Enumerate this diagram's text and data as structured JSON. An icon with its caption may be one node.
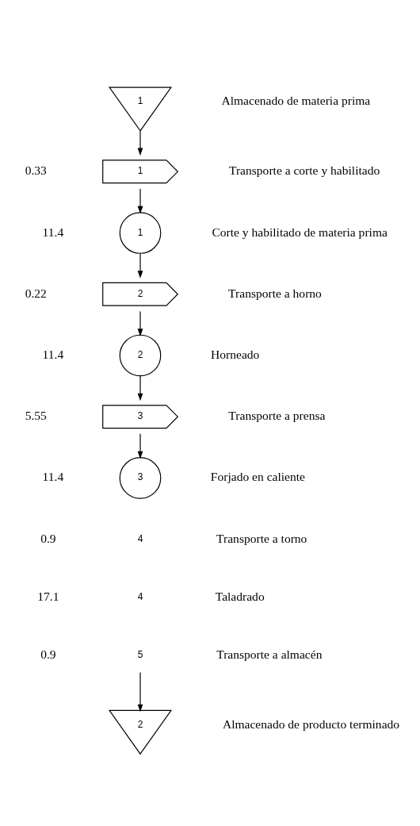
{
  "diagram": {
    "nodes": [
      {
        "text": [
          "1"
        ]
      },
      {
        "text": [
          "1"
        ]
      },
      {
        "text": [
          "1"
        ]
      },
      {
        "text": [
          "2"
        ]
      },
      {
        "text": [
          "2"
        ]
      },
      {
        "text": [
          "3"
        ]
      },
      {
        "text": [
          "3"
        ]
      },
      {
        "text": [
          "4"
        ]
      },
      {
        "text": [
          "4"
        ]
      },
      {
        "text": [
          "5"
        ]
      },
      {
        "text": [
          "2"
        ]
      }
    ],
    "edges": [
      {
        "from": 0,
        "to": 1,
        "arrow": "to"
      },
      {
        "from": 1,
        "to": 2,
        "arrow": "to"
      },
      {
        "from": 2,
        "to": 3,
        "arrow": "to"
      },
      {
        "from": 3,
        "to": 4,
        "arrow": "to"
      },
      {
        "from": 4,
        "to": 5,
        "arrow": "to"
      },
      {
        "from": 5,
        "to": 6,
        "arrow": "to"
      },
      {
        "from": 9,
        "to": 10,
        "arrow": "to"
      }
    ],
    "labels": [
      "Almacenado de materia prima",
      "0.33",
      "Transporte a corte y habilitado",
      "11.4",
      "Corte y habilitado de materia prima",
      "0.22",
      "Transporte a horno",
      "11.4",
      "Horneado",
      "5.55",
      "Transporte a prensa",
      "11.4",
      "Forjado en caliente",
      "0.9",
      "Transporte a torno",
      "17.1",
      "Taladrado",
      "0.9",
      "Transporte a almacén",
      "Almacenado de producto terminado"
    ]
  }
}
